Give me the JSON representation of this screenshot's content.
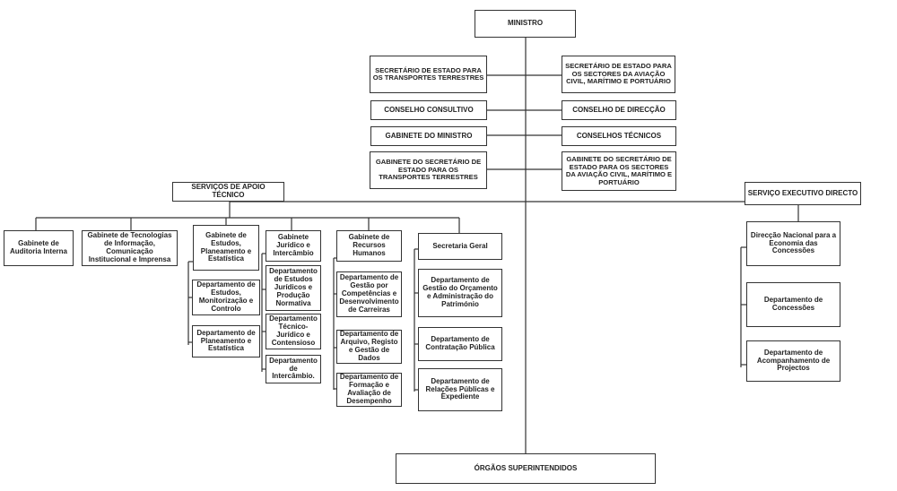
{
  "top": {
    "ministro": "MINISTRO",
    "sec_terrestres": "SECRETÁRIO DE ESTADO PARA OS TRANSPORTES TERRESTRES",
    "sec_aviacao": "SECRETÁRIO DE ESTADO PARA OS SECTORES DA AVIAÇÃO CIVIL, MARÍTIMO E PORTUÁRIO",
    "conselho_consultivo": "CONSELHO CONSULTIVO",
    "conselho_direccao": "CONSELHO DE DIRECÇÃO",
    "gabinete_ministro": "GABINETE DO MINISTRO",
    "conselhos_tecnicos": "CONSELHOS TÉCNICOS",
    "gab_sec_terrestres": "GABINETE DO SECRETÁRIO DE ESTADO PARA OS TRANSPORTES TERRESTRES",
    "gab_sec_aviacao": "GABINETE DO SECRETÁRIO DE ESTADO PARA OS SECTORES DA AVIAÇÃO CIVIL, MARÍTIMO E PORTUÁRIO"
  },
  "servicos_apoio": {
    "title": "SERVIÇOS DE APOIO TÉCNICO",
    "auditoria": "Gabinete de Auditoria Interna",
    "tecnologias": "Gabinete de Tecnologias de Informação, Comunicação Institucional e Imprensa",
    "estudos": {
      "head": "Gabinete de Estudos, Planeamento e Estatística",
      "items": [
        "Departamento de Estudos, Monitorização e Controlo",
        "Departamento de Planeamento e Estatística"
      ]
    },
    "juridico": {
      "head": "Gabinete Jurídico e Intercâmbio",
      "items": [
        "Departamento de Estudos Jurídicos e Produção Normativa",
        "Departamento Técnico-Jurídico e Contensioso",
        "Departamento de Intercâmbio."
      ]
    },
    "rh": {
      "head": "Gabinete de Recursos Humanos",
      "items": [
        "Departamento de Gestão por Competências e Desenvolvimento de Carreiras",
        "Departamento de Arquivo, Registo e Gestão de Dados",
        "Departamento de Formação e Avaliação de Desempenho"
      ]
    },
    "secretaria": {
      "head": "Secretaria Geral",
      "items": [
        "Departamento de Gestão do Orçamento e Administração do Património",
        "Departamento de Contratação Pública",
        "Departamento de Relações Públicas e Expediente"
      ]
    }
  },
  "servico_executivo": {
    "title": "SERVIÇO EXECUTIVO DIRECTO",
    "head": "Direcção Nacional para a Economia das Concessões",
    "items": [
      "Departamento de Concessões",
      "Departamento de Acompanhamento de Projectos"
    ]
  },
  "orgaos": "ÓRGÃOS SUPERINTENDIDOS"
}
